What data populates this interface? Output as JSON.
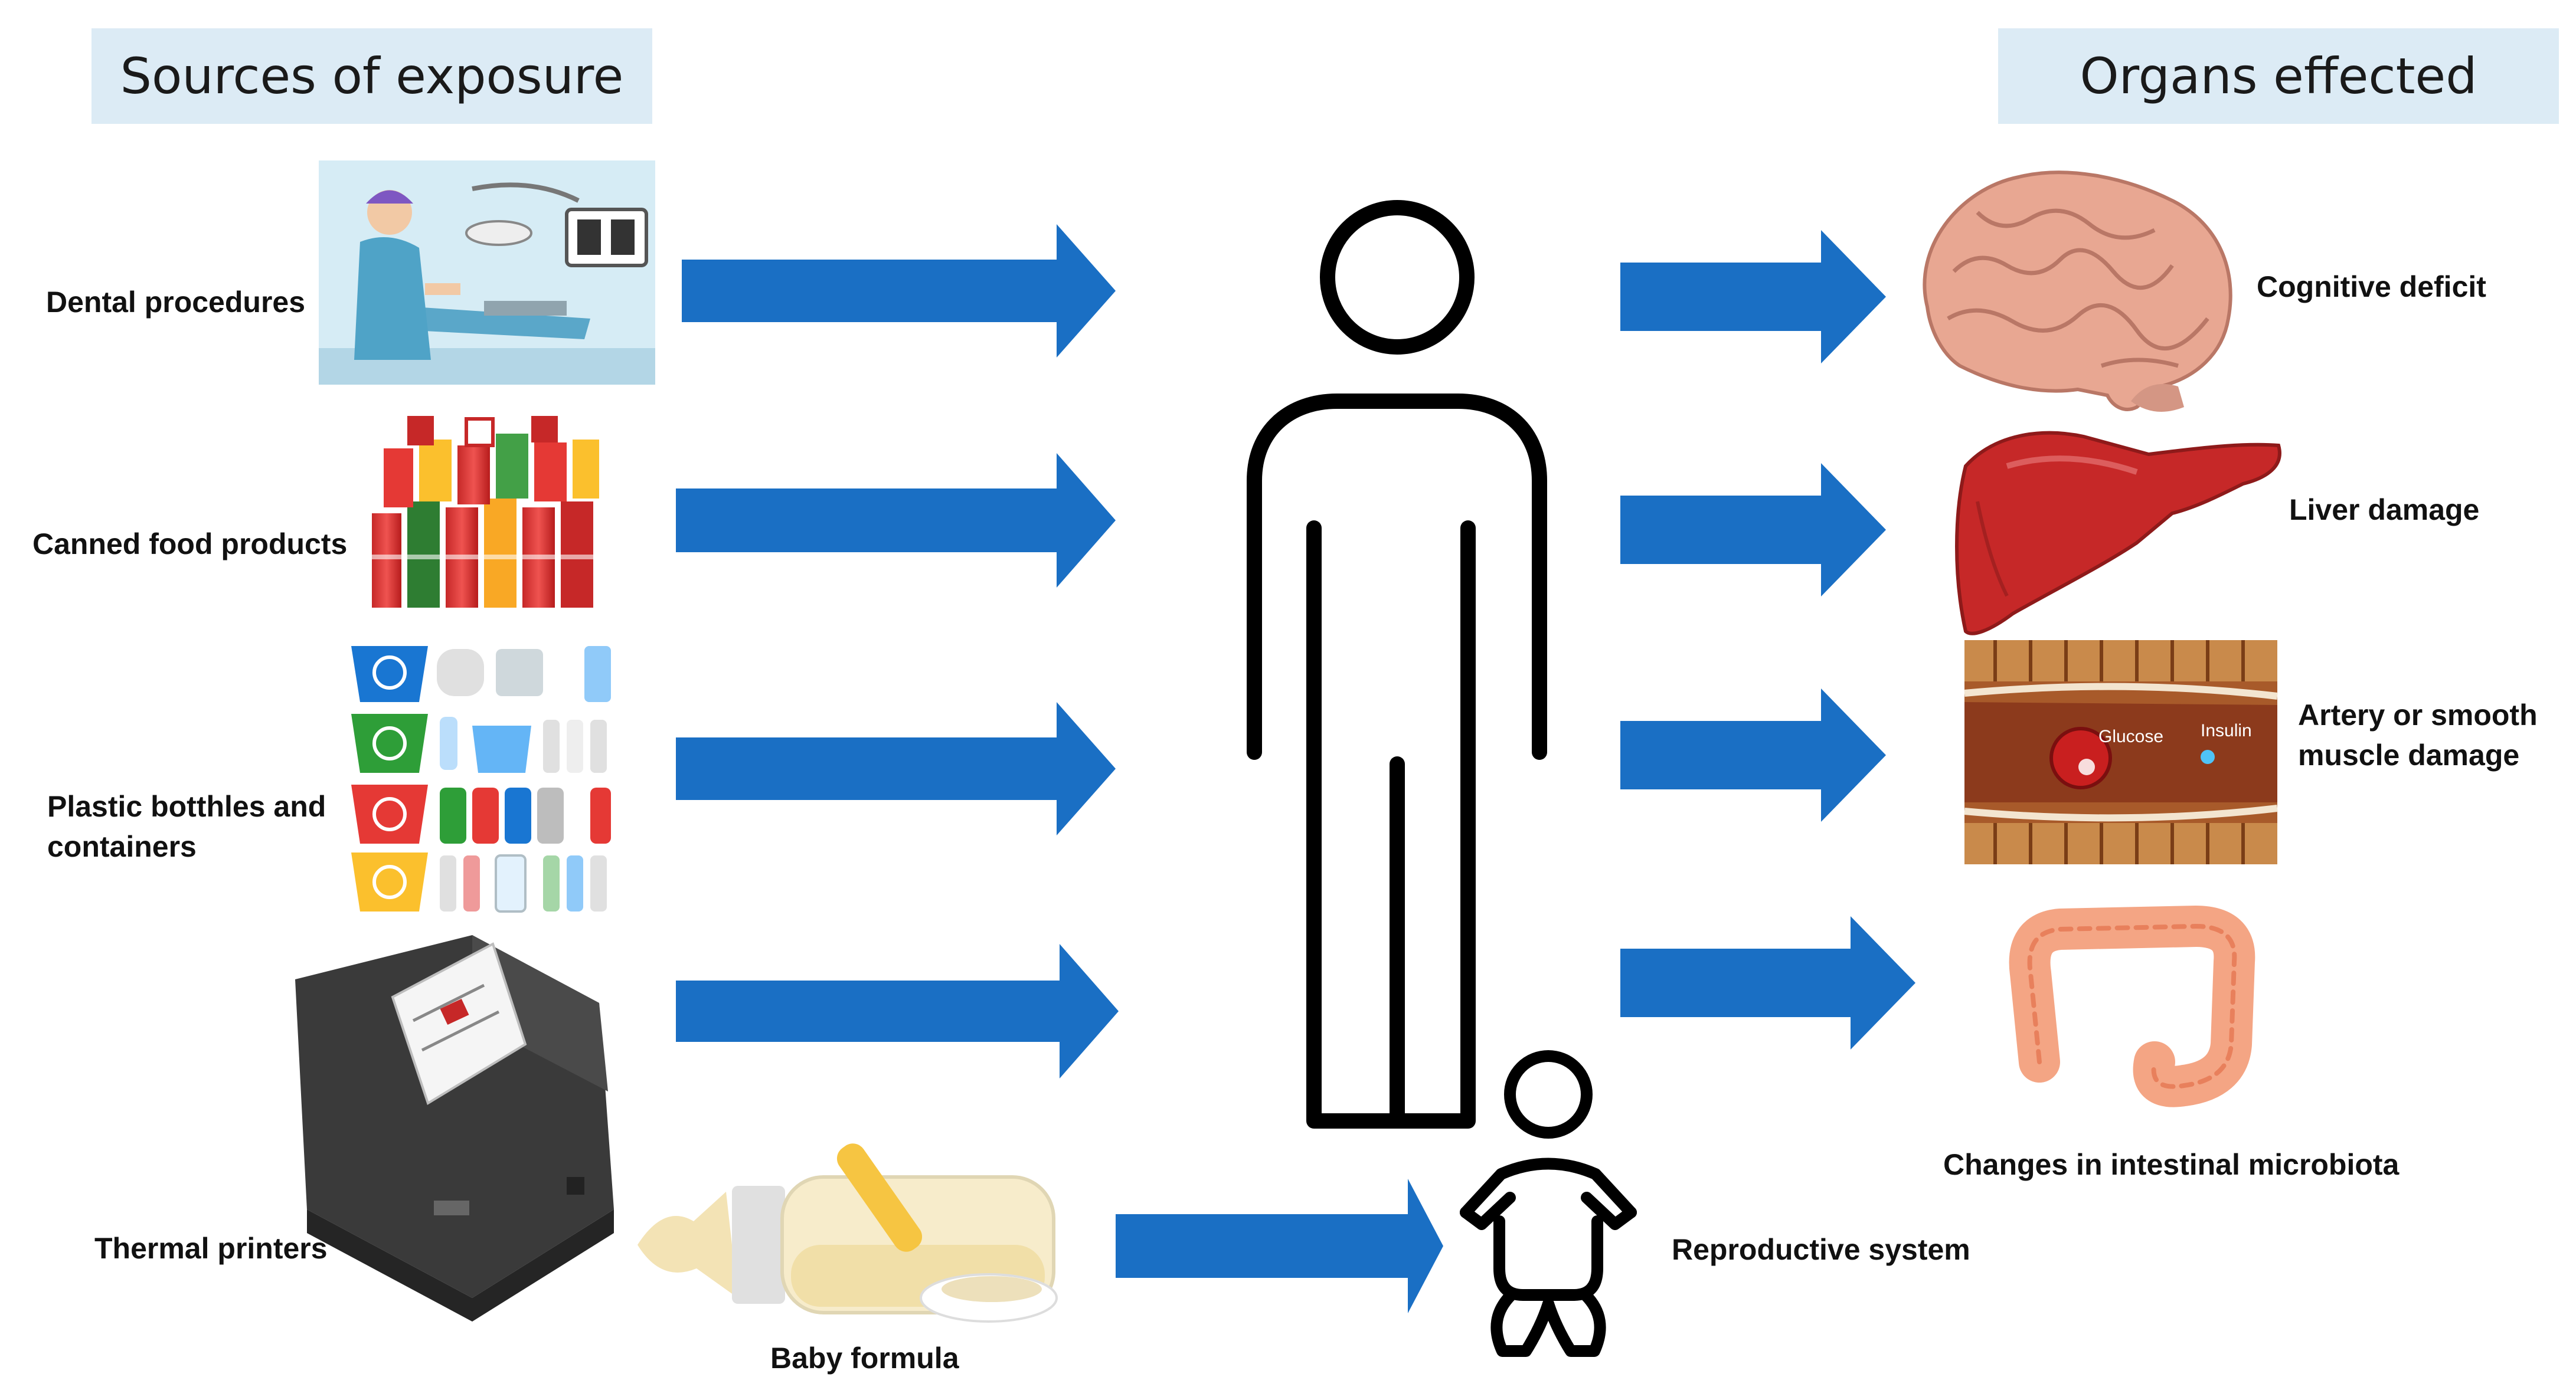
{
  "headers": {
    "left": "Sources of exposure",
    "right": "Organs effected"
  },
  "sources": [
    {
      "label": "Dental procedures",
      "picture": "dental-procedure-illustration"
    },
    {
      "label": "Canned food products",
      "picture": "canned-food-illustration"
    },
    {
      "label": "Plastic botthles and",
      "label_line2": "containers",
      "picture": "plastic-bottles-illustration"
    },
    {
      "label": "Thermal printers",
      "picture": "thermal-printer-illustration"
    },
    {
      "label": "Baby formula",
      "picture": "baby-bottle-illustration"
    }
  ],
  "organs": [
    {
      "label": "Cognitive deficit",
      "picture": "brain-illustration"
    },
    {
      "label": "Liver damage",
      "picture": "liver-illustration"
    },
    {
      "label": "Artery or smooth",
      "label_line2": "muscle damage",
      "picture": "artery-illustration",
      "inset_labels": [
        "Glucose",
        "Insulin"
      ]
    },
    {
      "label": "Changes in intestinal microbiota",
      "picture": "intestine-illustration"
    },
    {
      "label": "Reproductive system",
      "picture": "baby-icon"
    }
  ],
  "center": {
    "picture": "adult-person-icon"
  },
  "colors": {
    "arrow": "#1a6fc4",
    "header_bg": "#dcebf5",
    "outline": "#000000"
  }
}
